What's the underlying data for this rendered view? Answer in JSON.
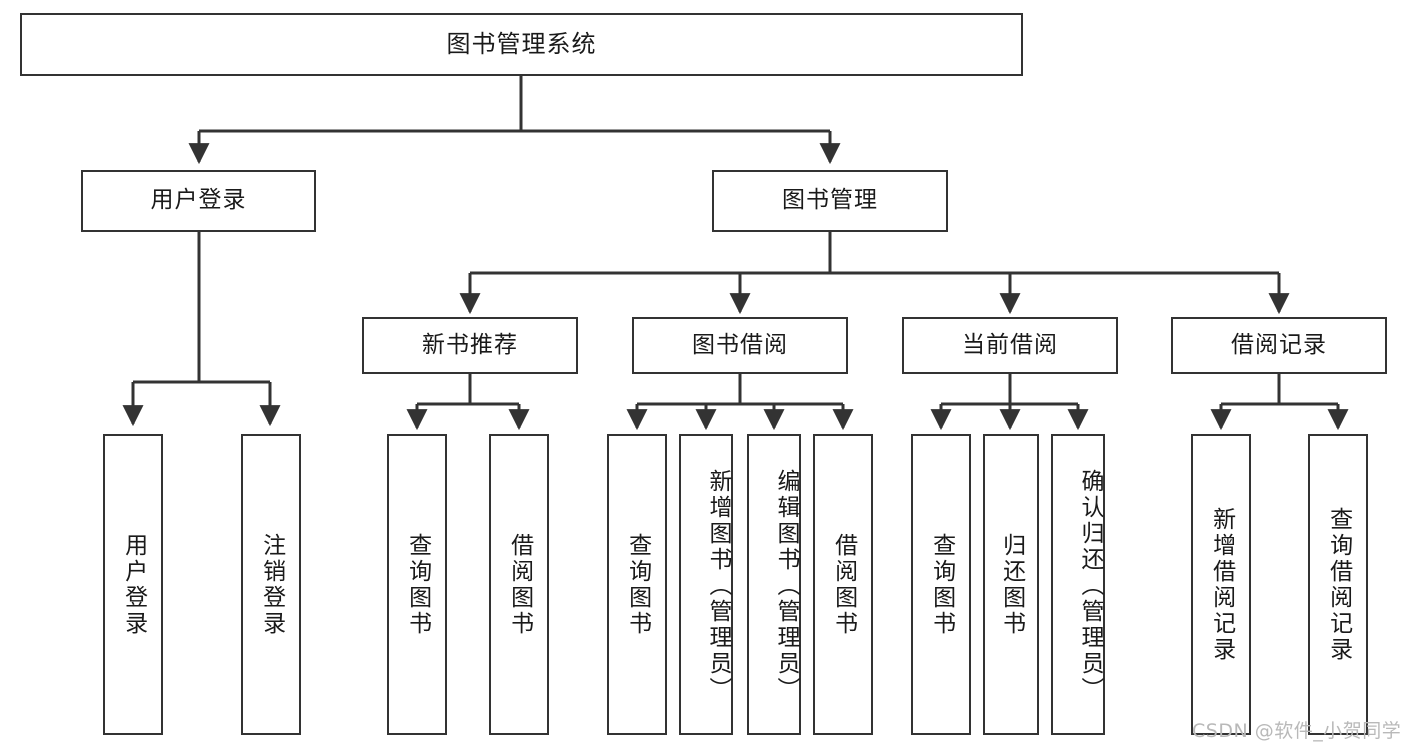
{
  "diagram": {
    "type": "tree",
    "title": "图书管理系统",
    "watermark": "CSDN @软件_小贺同学",
    "colors": {
      "box_border": "#333333",
      "box_fill": "#ffffff",
      "edge": "#333333",
      "text": "#1a1a1a",
      "watermark": "#b9b9b9",
      "background": "#ffffff"
    },
    "levels": {
      "root": "图书管理系统",
      "level2": [
        "用户登录",
        "图书管理"
      ],
      "level3": [
        "新书推荐",
        "图书借阅",
        "当前借阅",
        "借阅记录"
      ]
    },
    "nodes": {
      "root": {
        "label": "图书管理系统"
      },
      "user_login": {
        "label": "用户登录"
      },
      "book_manage": {
        "label": "图书管理"
      },
      "new_book_rec": {
        "label": "新书推荐"
      },
      "book_borrow": {
        "label": "图书借阅"
      },
      "current_borrow": {
        "label": "当前借阅"
      },
      "borrow_record": {
        "label": "借阅记录"
      },
      "leaf_user_login": {
        "label": "用户登录"
      },
      "leaf_logout": {
        "label": "注销登录"
      },
      "leaf_query_book_1": {
        "label": "查询图书"
      },
      "leaf_borrow_book_1": {
        "label": "借阅图书"
      },
      "leaf_query_book_2": {
        "label": "查询图书"
      },
      "leaf_add_book_admin": {
        "label": "新增图书（管理员）"
      },
      "leaf_edit_book_admin": {
        "label": "编辑图书（管理员）"
      },
      "leaf_borrow_book_2": {
        "label": "借阅图书"
      },
      "leaf_query_book_3": {
        "label": "查询图书"
      },
      "leaf_return_book": {
        "label": "归还图书"
      },
      "leaf_confirm_return_admin": {
        "label": "确认归还（管理员）"
      },
      "leaf_add_record": {
        "label": "新增借阅记录"
      },
      "leaf_query_record": {
        "label": "查询借阅记录"
      }
    },
    "edges": [
      {
        "from": "root",
        "to": "user_login"
      },
      {
        "from": "root",
        "to": "book_manage"
      },
      {
        "from": "user_login",
        "to": "leaf_user_login"
      },
      {
        "from": "user_login",
        "to": "leaf_logout"
      },
      {
        "from": "book_manage",
        "to": "new_book_rec"
      },
      {
        "from": "book_manage",
        "to": "book_borrow"
      },
      {
        "from": "book_manage",
        "to": "current_borrow"
      },
      {
        "from": "book_manage",
        "to": "borrow_record"
      },
      {
        "from": "new_book_rec",
        "to": "leaf_query_book_1"
      },
      {
        "from": "new_book_rec",
        "to": "leaf_borrow_book_1"
      },
      {
        "from": "book_borrow",
        "to": "leaf_query_book_2"
      },
      {
        "from": "book_borrow",
        "to": "leaf_add_book_admin"
      },
      {
        "from": "book_borrow",
        "to": "leaf_edit_book_admin"
      },
      {
        "from": "book_borrow",
        "to": "leaf_borrow_book_2"
      },
      {
        "from": "current_borrow",
        "to": "leaf_query_book_3"
      },
      {
        "from": "current_borrow",
        "to": "leaf_return_book"
      },
      {
        "from": "current_borrow",
        "to": "leaf_confirm_return_admin"
      },
      {
        "from": "borrow_record",
        "to": "leaf_add_record"
      },
      {
        "from": "borrow_record",
        "to": "leaf_query_record"
      }
    ]
  }
}
